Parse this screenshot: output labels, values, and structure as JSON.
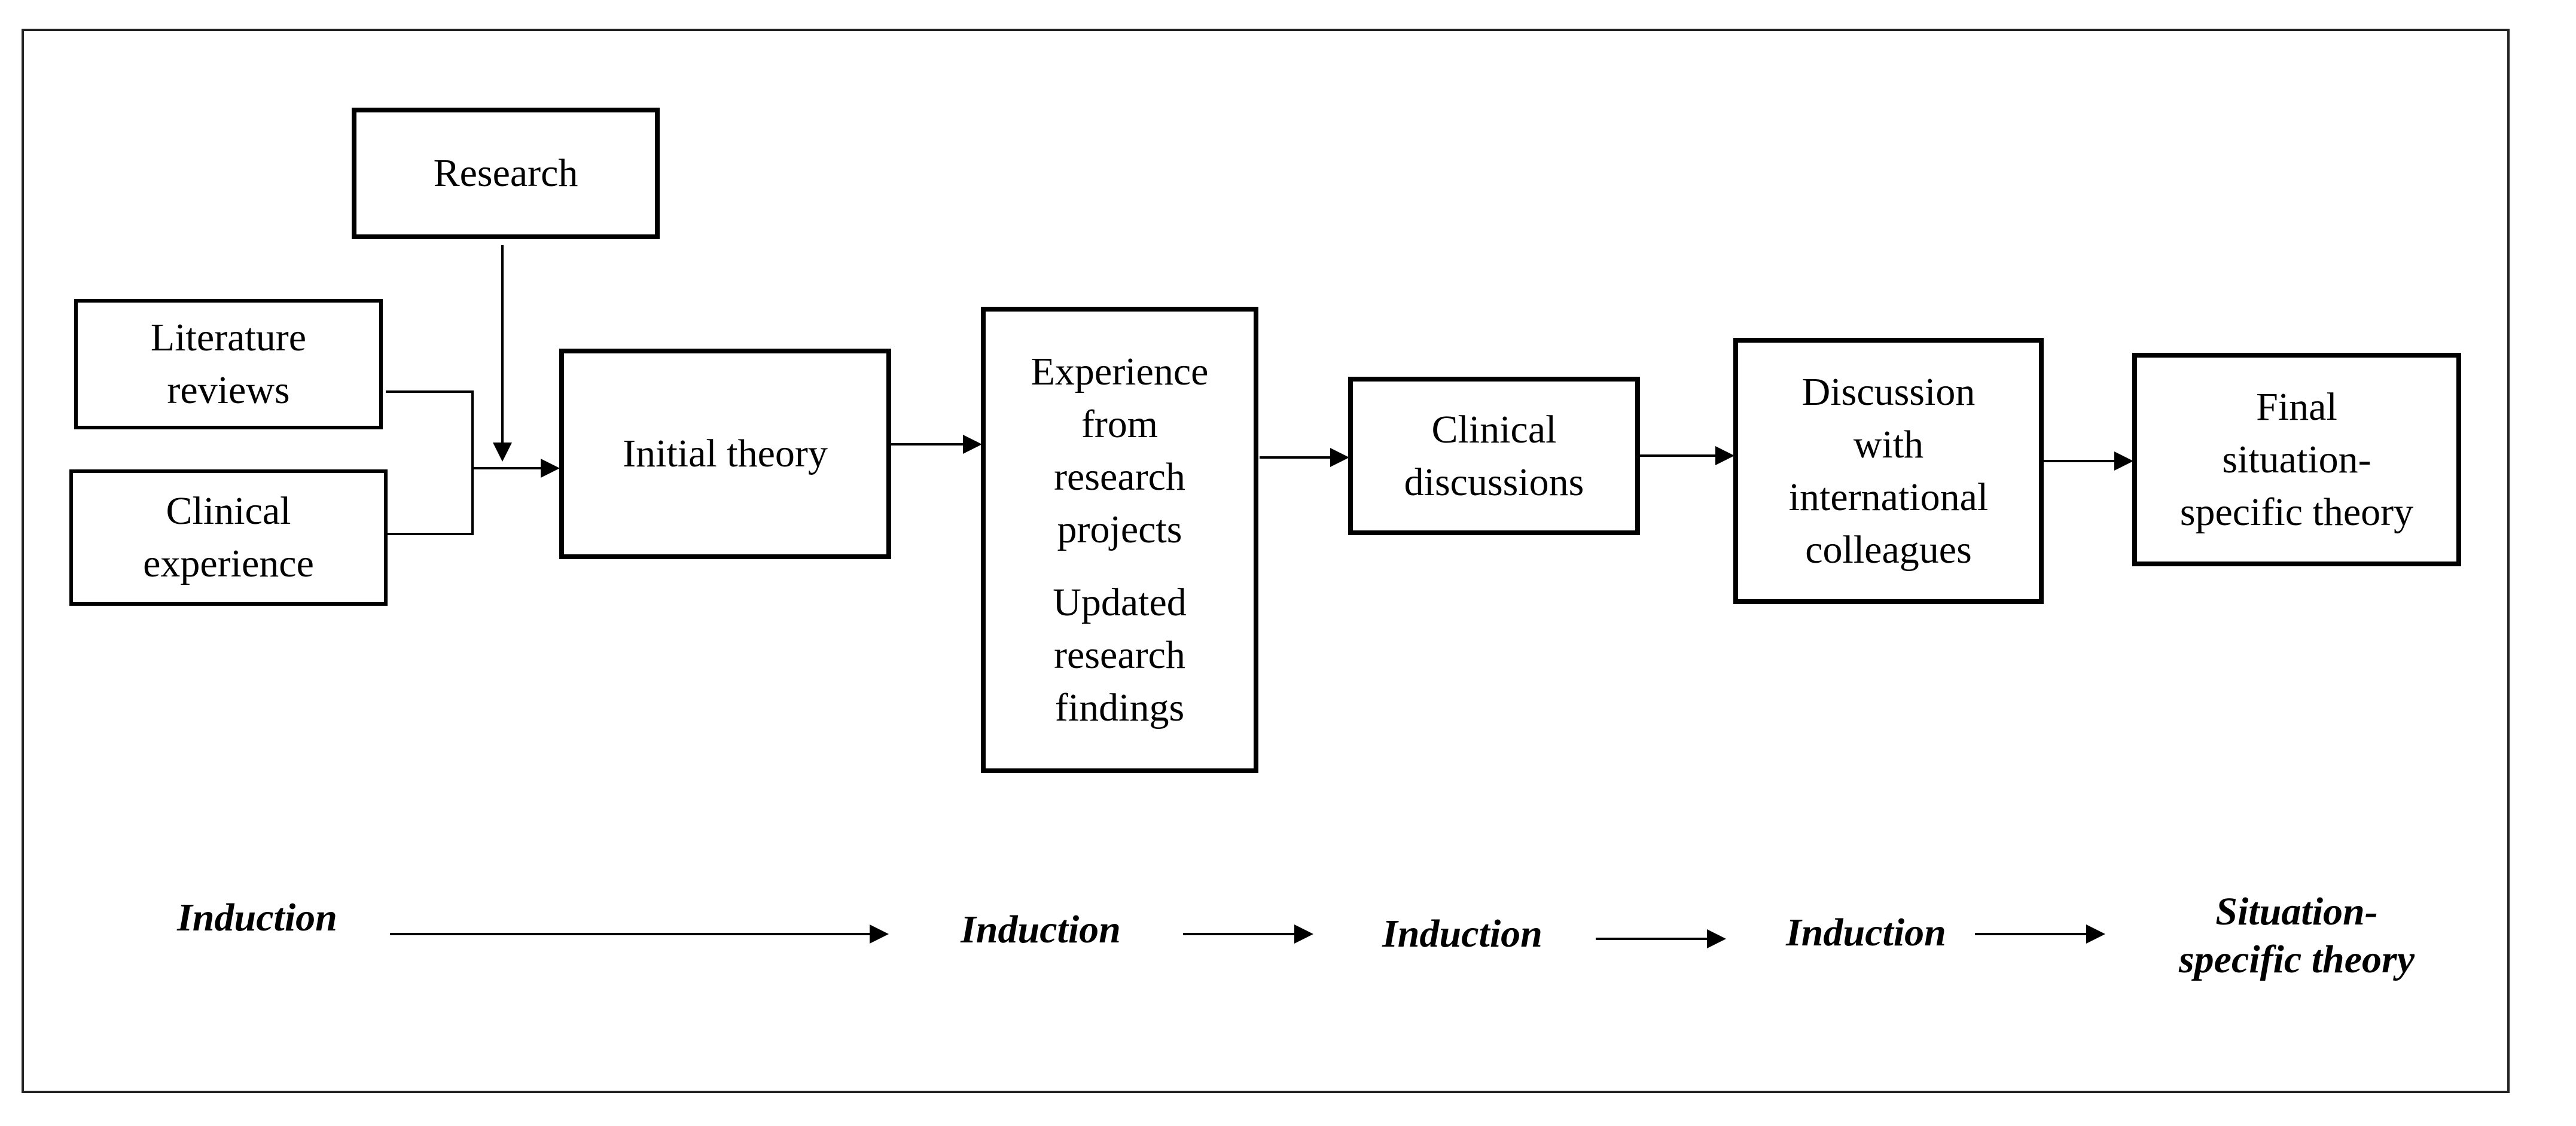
{
  "boxes": {
    "research": "Research",
    "literature_reviews": "Literature\nreviews",
    "clinical_experience": "Clinical\nexperience",
    "initial_theory": "Initial theory",
    "experience_projects": "Experience\nfrom\nresearch\nprojects",
    "updated_findings": "Updated\nresearch\nfindings",
    "clinical_discussions": "Clinical\ndiscussions",
    "discussion_international": "Discussion\nwith\ninternational\ncolleagues",
    "final_theory": "Final\nsituation-\nspecific theory"
  },
  "bottom_row": {
    "induction_1": "Induction",
    "induction_2": "Induction",
    "induction_3": "Induction",
    "induction_4": "Induction",
    "situation_specific": "Situation-\nspecific theory"
  }
}
